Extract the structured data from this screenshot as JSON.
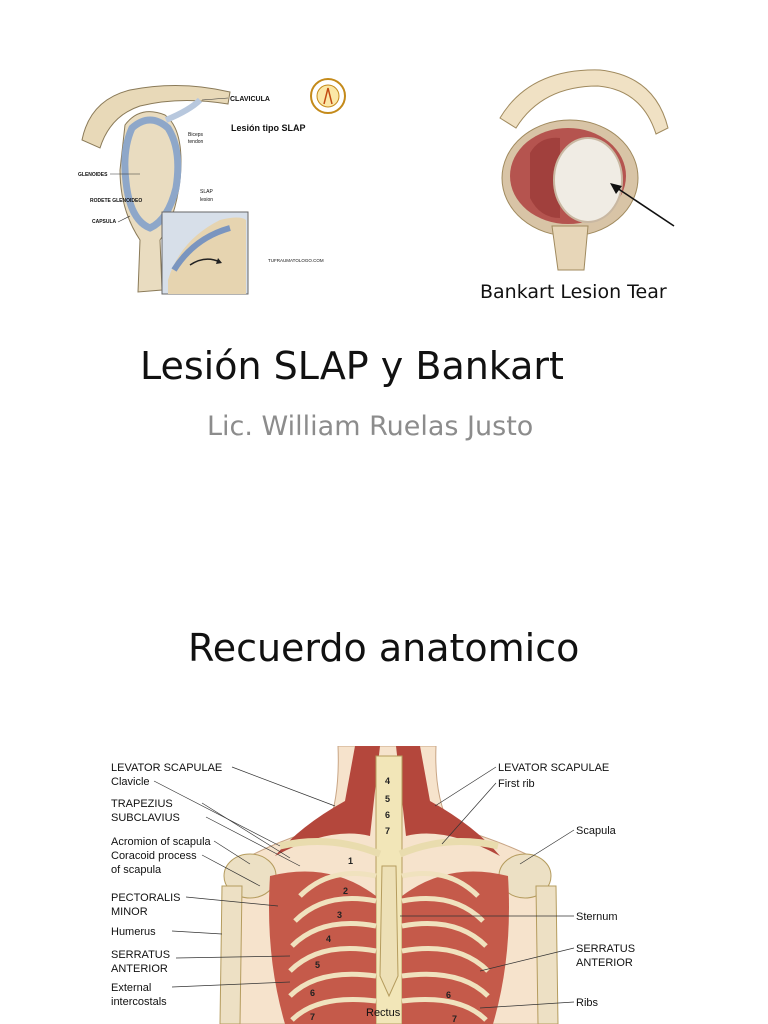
{
  "slide1": {
    "title": "Lesión SLAP y Bankart",
    "subtitle": "Lic. William Ruelas Justo",
    "slap_figure": {
      "labels": {
        "clavicula": "CLAVICULA",
        "lesion_tipo": "Lesión tipo SLAP",
        "biceps": "Biceps",
        "tendon": "tendon",
        "glenoides": "GLENOIDES",
        "rodete": "RODETE GLENOIDEO",
        "capsula": "CAPSULA",
        "slap": "SLAP",
        "lesion": "lesion",
        "watermark": "TUFRAUMATOLOGO.COM"
      }
    },
    "bankart_figure": {
      "caption": "Bankart Lesion Tear"
    }
  },
  "slide2": {
    "title": "Recuerdo anatomico",
    "anatomy": {
      "left_labels": [
        "LEVATOR SCAPULAE",
        "Clavicle",
        "TRAPEZIUS",
        "SUBCLAVIUS",
        "Acromion of scapula",
        "Coracoid process",
        "of scapula",
        "PECTORALIS",
        "MINOR",
        "Humerus",
        "SERRATUS",
        "ANTERIOR",
        "External",
        "intercostals"
      ],
      "right_labels": [
        "LEVATOR SCAPULAE",
        "First rib",
        "Scapula",
        "Sternum",
        "SERRATUS",
        "ANTERIOR",
        "Ribs"
      ],
      "bottom_label": "Rectus",
      "vertebrae": [
        "4",
        "5",
        "6",
        "7"
      ],
      "ribs_left": [
        "1",
        "2",
        "3",
        "4",
        "5",
        "6",
        "7"
      ],
      "ribs_right": [
        "6",
        "7"
      ]
    }
  }
}
